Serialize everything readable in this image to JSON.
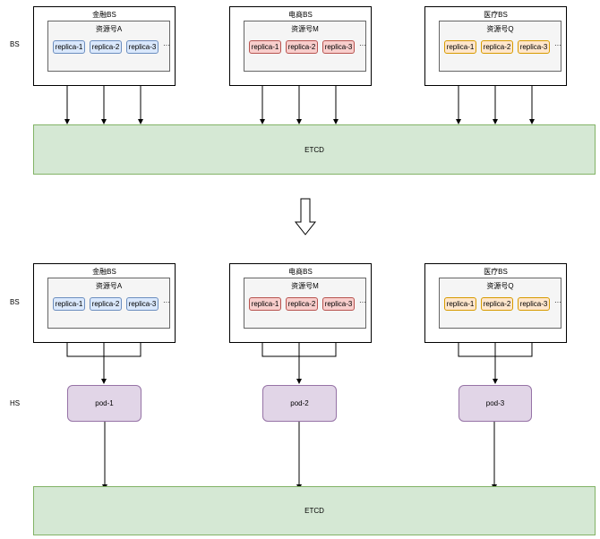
{
  "labels": {
    "bs_row_top": "BS",
    "bs_row_bottom": "BS",
    "hs_row": "HS"
  },
  "top": {
    "groups": [
      {
        "title": "金融BS",
        "resource": "资源号A",
        "replicas": [
          "replica-1",
          "replica-2",
          "replica-3"
        ],
        "more": "···",
        "fill": "#dae8fc",
        "stroke": "#6c8ebf"
      },
      {
        "title": "电商BS",
        "resource": "资源号M",
        "replicas": [
          "replica-1",
          "replica-2",
          "replica-3"
        ],
        "more": "···",
        "fill": "#f8cecc",
        "stroke": "#b85450"
      },
      {
        "title": "医疗BS",
        "resource": "资源号Q",
        "replicas": [
          "replica-1",
          "replica-2",
          "replica-3"
        ],
        "more": "···",
        "fill": "#ffe6cc",
        "stroke": "#d79b00"
      }
    ],
    "etcd": "ETCD"
  },
  "bottom": {
    "groups": [
      {
        "title": "金融BS",
        "resource": "资源号A",
        "replicas": [
          "replica-1",
          "replica-2",
          "replica-3"
        ],
        "more": "···",
        "fill": "#dae8fc",
        "stroke": "#6c8ebf"
      },
      {
        "title": "电商BS",
        "resource": "资源号M",
        "replicas": [
          "replica-1",
          "replica-2",
          "replica-3"
        ],
        "more": "···",
        "fill": "#f8cecc",
        "stroke": "#b85450"
      },
      {
        "title": "医疗BS",
        "resource": "资源号Q",
        "replicas": [
          "replica-1",
          "replica-2",
          "replica-3"
        ],
        "more": "···",
        "fill": "#ffe6cc",
        "stroke": "#d79b00"
      }
    ],
    "pods": [
      "pod-1",
      "pod-2",
      "pod-3"
    ],
    "etcd": "ETCD"
  }
}
